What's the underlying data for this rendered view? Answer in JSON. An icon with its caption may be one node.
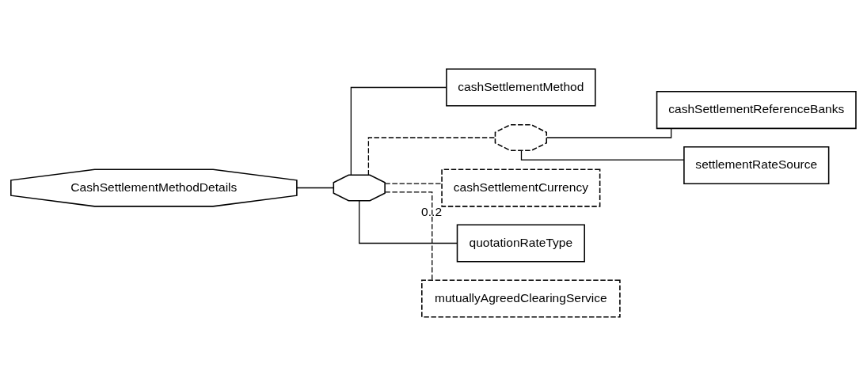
{
  "diagram": {
    "nodes": [
      {
        "text": [
          "CashSettlementMethodDetails"
        ]
      },
      {
        "text": [],
        "shape": "octagon"
      },
      {
        "text": [
          "cashSettlementMethod"
        ]
      },
      {
        "text": [],
        "shape": "octagon"
      },
      {
        "text": [
          "cashSettlementReferenceBanks"
        ]
      },
      {
        "text": [
          "settlementRateSource"
        ]
      },
      {
        "text": [
          "cashSettlementCurrency"
        ],
        "beside": [
          "0..2"
        ]
      },
      {
        "text": [
          "quotationRateType"
        ]
      },
      {
        "text": [
          "mutuallyAgreedClearingService"
        ]
      }
    ],
    "edges": [
      {
        "from": 0,
        "to": 1,
        "arrow": "none"
      },
      {
        "from": 1,
        "to": 2,
        "arrow": "none"
      },
      {
        "from": 1,
        "to": 3,
        "arrow": "none",
        "style": "dashed"
      },
      {
        "from": 3,
        "to": 4,
        "arrow": "none"
      },
      {
        "from": 3,
        "to": 5,
        "arrow": "none"
      },
      {
        "from": 1,
        "to": 6,
        "arrow": "none",
        "style": "dashed"
      },
      {
        "from": 1,
        "to": 7,
        "arrow": "none"
      },
      {
        "from": 1,
        "to": 8,
        "arrow": "none",
        "style": "dashed"
      }
    ]
  }
}
